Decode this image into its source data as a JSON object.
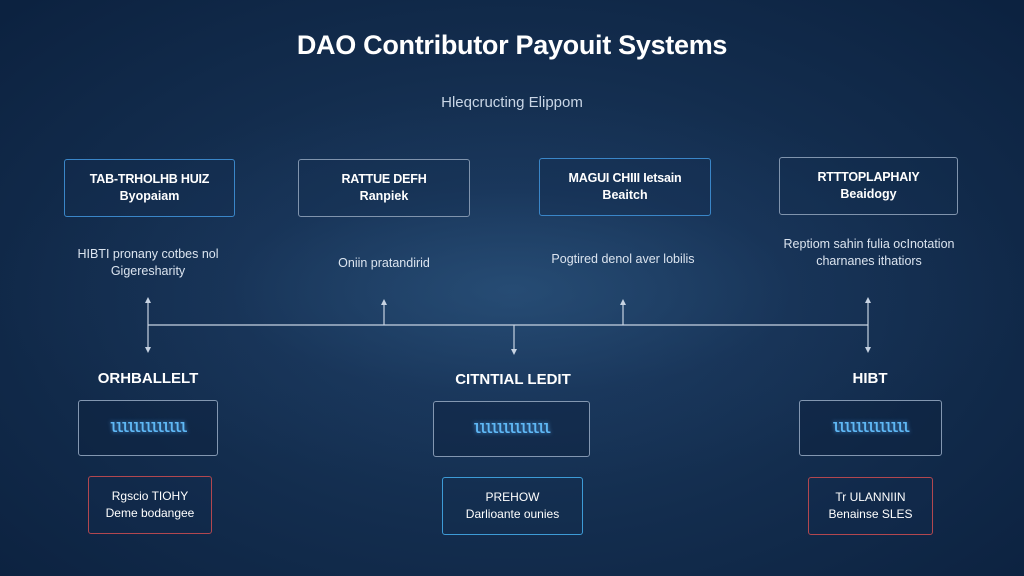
{
  "title": "DAO Contributor Payouit Systems",
  "subtitle": "Hleqcructing Elippom",
  "top_boxes": [
    {
      "line1": "TAB-TRHOLHB HUIZ",
      "line2": "Byopaiam",
      "desc1": "HIBTI pronany cotbes nol",
      "desc2": "Gigeresharity"
    },
    {
      "line1": "RATTUE DEFH",
      "line2": "Ranpiek",
      "desc1": "Oniin pratandirid",
      "desc2": ""
    },
    {
      "line1": "MAGUI CHIII Ietsain",
      "line2": "Beaitch",
      "desc1": "Pogtired denol aver lobilis",
      "desc2": ""
    },
    {
      "line1": "RTTTOPLAPHAIY",
      "line2": "Beaidogy",
      "desc1": "Reptiom sahin fulia ocInotation",
      "desc2": "charnanes ithatiors"
    }
  ],
  "mid_columns": [
    {
      "label": "ORHBALLELT",
      "code": "lllllllllllll",
      "bottom1": "Rgscio TIOHY",
      "bottom2": "Deme bodangee"
    },
    {
      "label": "CITNTIAL LEDIT",
      "code": "lllllllllllll",
      "bottom1": "PREHOW",
      "bottom2": "Darlioante ounies"
    },
    {
      "label": "HIBT",
      "code": "lllllllllllll",
      "bottom1": "Tr ULANNIIN",
      "bottom2": "Benainse SLES"
    }
  ],
  "colors": {
    "accent_blue": "#3a86c8",
    "border_gray": "#8094ad",
    "border_red": "#b2474f",
    "code_glow": "#5fb8f5"
  }
}
